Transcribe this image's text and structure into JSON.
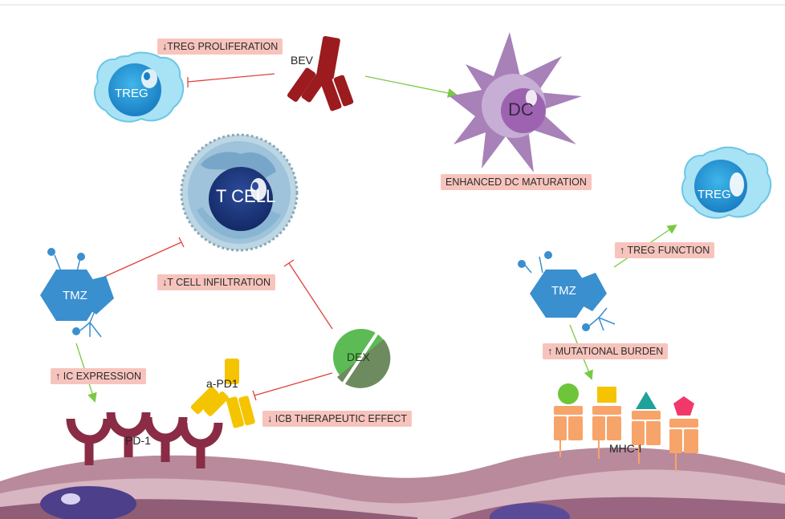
{
  "cells": {
    "treg_left": "TREG",
    "treg_right": "TREG",
    "t_cell": "T CELL",
    "dc": "DC"
  },
  "drugs": {
    "bev": "BEV",
    "tmz_left": "TMZ",
    "tmz_right": "TMZ",
    "dex": "DEX",
    "apd1": "a-PD1"
  },
  "receptors": {
    "pd1": "PD-1",
    "mhc": "MHC-I"
  },
  "effects": {
    "treg_proliferation": "↓TREG PROLIFERATION",
    "dc_maturation": "ENHANCED DC MATURATION",
    "t_cell_infiltration": "↓T CELL INFILTRATION",
    "ic_expression": "↑ IC EXPRESSION",
    "icb_effect": "↓ ICB THERAPEUTIC EFFECT",
    "treg_function": "↑ TREG FUNCTION",
    "mutational_burden": "↑ MUTATIONAL BURDEN"
  },
  "colors": {
    "activation_arrow": "#7ac943",
    "inhibition_line": "#e0413b",
    "label_bg": "#f7c4bd",
    "tmz_blue": "#3a8fcf",
    "antibody_red": "#9b1b1f",
    "apd1_yellow": "#f5c400",
    "pd1_maroon": "#8a2c45",
    "mhc_orange": "#f7a46b"
  }
}
